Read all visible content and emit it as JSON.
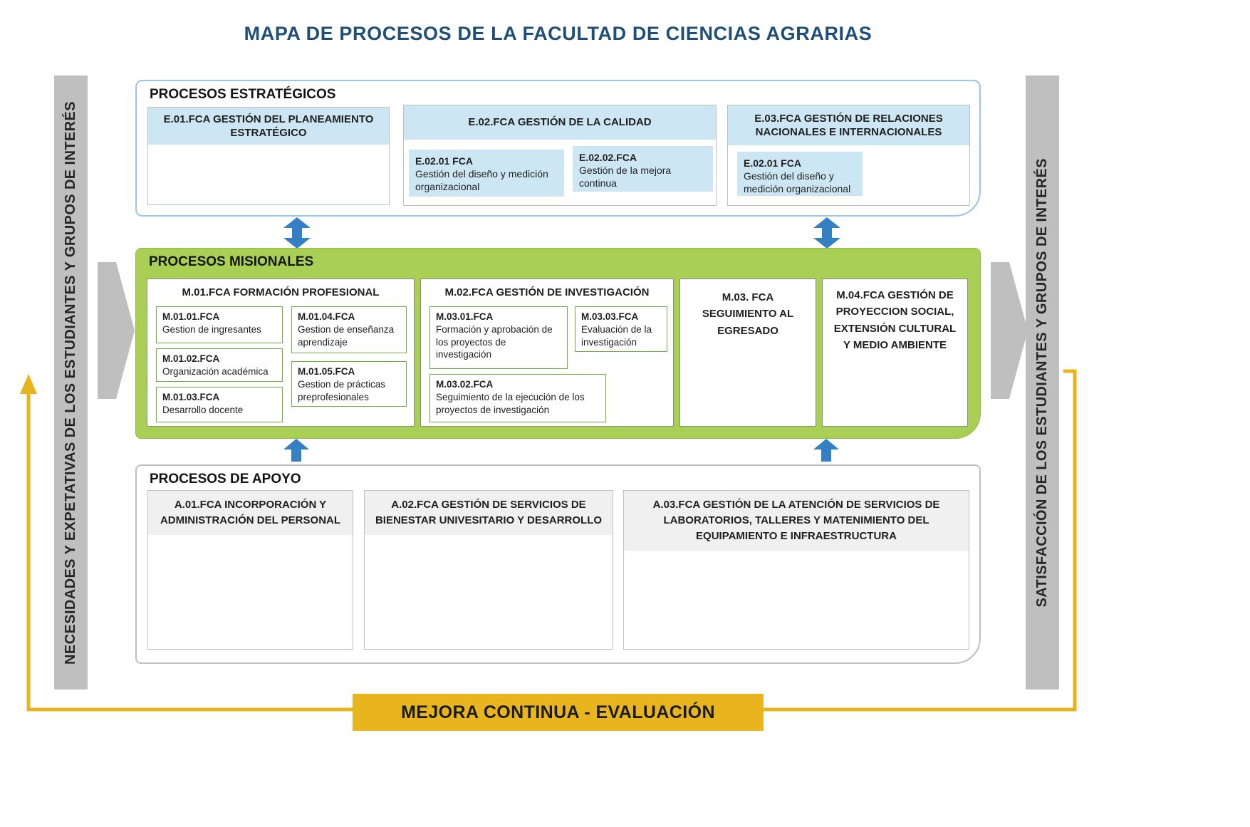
{
  "title": "MAPA DE PROCESOS DE LA FACULTAD DE CIENCIAS AGRARIAS",
  "bars": {
    "left": "NECESIDADES Y EXPETATIVAS DE LOS ESTUDIANTES Y GRUPOS DE INTERÉS",
    "right": "SATISFACCIÓN DE LOS ESTUDIANTES Y GRUPOS DE INTERÉS"
  },
  "strategic": {
    "label": "PROCESOS ESTRATÉGICOS",
    "e01": {
      "title": "E.01.FCA GESTIÓN DEL PLANEAMIENTO ESTRATÉGICO"
    },
    "e02": {
      "title": "E.02.FCA GESTIÓN DE LA CALIDAD",
      "subs": [
        {
          "code": "E.02.01 FCA",
          "text": "Gestión del diseño y medición organizacional"
        },
        {
          "code": "E.02.02.FCA",
          "text": "Gestión de la mejora continua"
        }
      ]
    },
    "e03": {
      "title": "E.03.FCA GESTIÓN DE RELACIONES NACIONALES E INTERNACIONALES",
      "subs": [
        {
          "code": "E.02.01 FCA",
          "text": "Gestión del diseño y medición organizacional"
        }
      ]
    }
  },
  "missional": {
    "label": "PROCESOS MISIONALES",
    "m01": {
      "title": "M.01.FCA FORMACIÓN PROFESIONAL",
      "subs": [
        {
          "code": "M.01.01.FCA",
          "text": "Gestion de ingresantes"
        },
        {
          "code": "M.01.02.FCA",
          "text": "Organización académica"
        },
        {
          "code": "M.01.03.FCA",
          "text": "Desarrollo docente"
        },
        {
          "code": "M.01.04.FCA",
          "text": "Gestion de enseñanza aprendizaje"
        },
        {
          "code": "M.01.05.FCA",
          "text": "Gestion de prácticas preprofesionales"
        }
      ]
    },
    "m02": {
      "title": "M.02.FCA GESTIÓN DE INVESTIGACIÓN",
      "subs": [
        {
          "code": "M.03.01.FCA",
          "text": "Formación y aprobación de los proyectos de investigación"
        },
        {
          "code": "M.03.03.FCA",
          "text": "Evaluación de la investigación"
        },
        {
          "code": "M.03.02.FCA",
          "text": "Seguimiento de la ejecución de los proyectos de investigación"
        }
      ]
    },
    "m03": {
      "title": "M.03. FCA SEGUIMIENTO AL EGRESADO"
    },
    "m04": {
      "title": "M.04.FCA GESTIÓN DE PROYECCION SOCIAL, EXTENSIÓN CULTURAL Y MEDIO AMBIENTE"
    }
  },
  "support": {
    "label": "PROCESOS DE APOYO",
    "a01": {
      "title": "A.01.FCA INCORPORACIÓN Y ADMINISTRACIÓN DEL PERSONAL"
    },
    "a02": {
      "title": "A.02.FCA GESTIÓN DE SERVICIOS DE BIENESTAR UNIVESITARIO Y DESARROLLO"
    },
    "a03": {
      "title": "A.03.FCA GESTIÓN DE LA ATENCIÓN DE SERVICIOS DE LABORATORIOS, TALLERES Y MATENIMIENTO DEL EQUIPAMIENTO E INFRAESTRUCTURA"
    }
  },
  "footer": {
    "label": "MEJORA CONTINUA - EVALUACIÓN"
  },
  "colors": {
    "title_blue": "#1F4E79",
    "light_blue_fill": "#CDE6F3",
    "strategic_border": "#9DC3E6",
    "green_fill": "#A9CF54",
    "green_sub_border": "#6FAE3E",
    "gray_bar": "#BFBFBF",
    "arrow_blue": "#3580C5",
    "yellow": "#E8B41E",
    "support_header_gray": "#F0F0F0"
  }
}
